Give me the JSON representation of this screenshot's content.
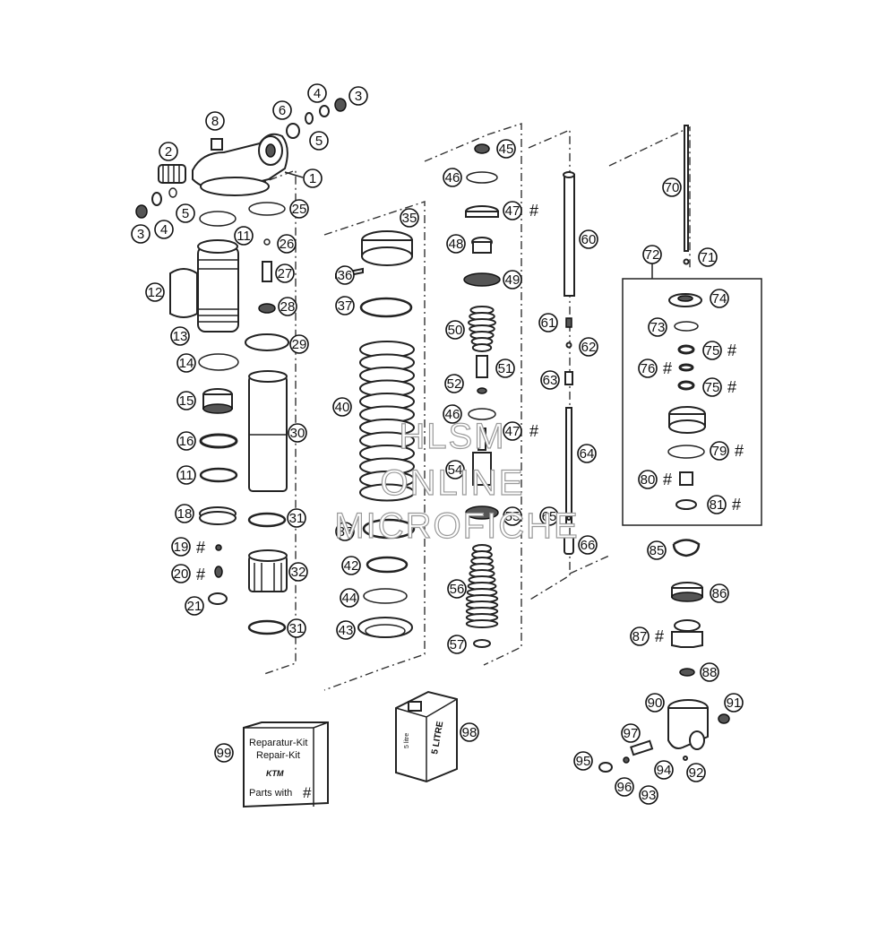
{
  "callouts": [
    {
      "n": "1"
    },
    {
      "n": "2"
    },
    {
      "n": "3"
    },
    {
      "n": "4"
    },
    {
      "n": "5"
    },
    {
      "n": "3"
    },
    {
      "n": "4"
    },
    {
      "n": "5"
    },
    {
      "n": "6"
    },
    {
      "n": "8"
    },
    {
      "n": "11"
    },
    {
      "n": "12"
    },
    {
      "n": "13"
    },
    {
      "n": "14"
    },
    {
      "n": "15"
    },
    {
      "n": "16"
    },
    {
      "n": "11"
    },
    {
      "n": "18"
    },
    {
      "n": "19"
    },
    {
      "n": "20"
    },
    {
      "n": "21"
    },
    {
      "n": "25"
    },
    {
      "n": "26"
    },
    {
      "n": "27"
    },
    {
      "n": "28"
    },
    {
      "n": "29"
    },
    {
      "n": "30"
    },
    {
      "n": "31"
    },
    {
      "n": "32"
    },
    {
      "n": "31"
    },
    {
      "n": "35"
    },
    {
      "n": "36"
    },
    {
      "n": "37"
    },
    {
      "n": "40"
    },
    {
      "n": "37"
    },
    {
      "n": "42"
    },
    {
      "n": "44"
    },
    {
      "n": "43"
    },
    {
      "n": "45"
    },
    {
      "n": "46"
    },
    {
      "n": "47"
    },
    {
      "n": "48"
    },
    {
      "n": "49"
    },
    {
      "n": "50"
    },
    {
      "n": "51"
    },
    {
      "n": "52"
    },
    {
      "n": "46"
    },
    {
      "n": "47"
    },
    {
      "n": "54"
    },
    {
      "n": "55"
    },
    {
      "n": "56"
    },
    {
      "n": "57"
    },
    {
      "n": "60"
    },
    {
      "n": "61"
    },
    {
      "n": "62"
    },
    {
      "n": "63"
    },
    {
      "n": "64"
    },
    {
      "n": "65"
    },
    {
      "n": "66"
    },
    {
      "n": "70"
    },
    {
      "n": "71"
    },
    {
      "n": "72"
    },
    {
      "n": "74"
    },
    {
      "n": "73"
    },
    {
      "n": "75"
    },
    {
      "n": "76"
    },
    {
      "n": "75"
    },
    {
      "n": "79"
    },
    {
      "n": "80"
    },
    {
      "n": "81"
    },
    {
      "n": "85"
    },
    {
      "n": "86"
    },
    {
      "n": "87"
    },
    {
      "n": "88"
    },
    {
      "n": "90"
    },
    {
      "n": "91"
    },
    {
      "n": "97"
    },
    {
      "n": "95"
    },
    {
      "n": "94"
    },
    {
      "n": "92"
    },
    {
      "n": "96"
    },
    {
      "n": "93"
    },
    {
      "n": "98"
    },
    {
      "n": "99"
    }
  ],
  "kit_marker": "#",
  "repair_kit": {
    "line1": "Reparatur-Kit",
    "line2": "Repair-Kit",
    "brand": "KTM",
    "line3": "Parts with",
    "marker": "#"
  },
  "oil_can": {
    "label": "5 LITRE",
    "small_label": "5 litre"
  },
  "watermark": {
    "line1": "HLSM",
    "line2": "ONLINE",
    "line3": "MICROFICHE"
  }
}
